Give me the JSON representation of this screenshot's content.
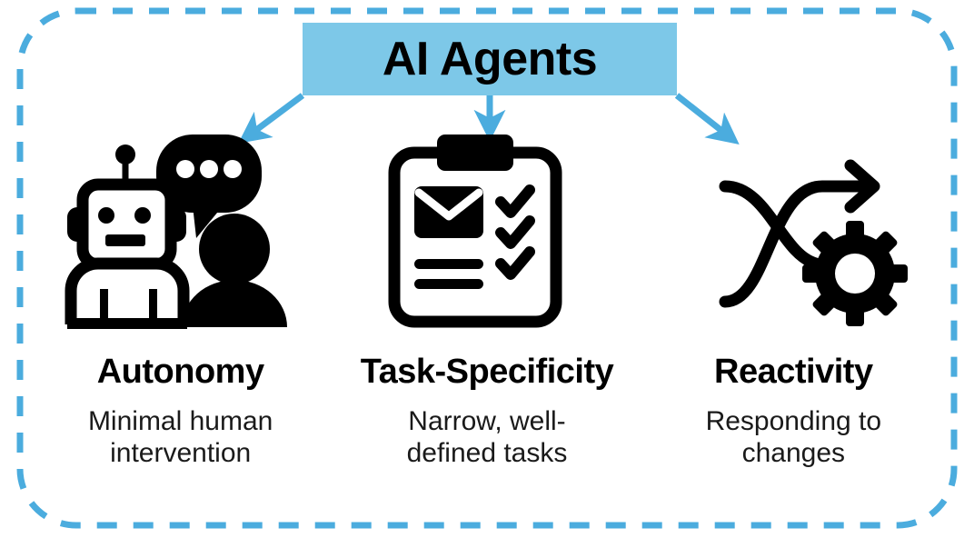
{
  "diagram": {
    "title": "AI Agents",
    "frame": {
      "style": "dashed-rounded-rectangle",
      "color": "#4BACDE"
    },
    "header": {
      "label": "AI Agents",
      "background": "#7DC8E8",
      "text_color": "#000000"
    },
    "arrow_color": "#4BACDE",
    "columns": [
      {
        "icon": "robot-human-chat-icon",
        "heading": "Autonomy",
        "description": "Minimal human intervention",
        "arrow": "arrow-down-left"
      },
      {
        "icon": "clipboard-checklist-icon",
        "heading": "Task-Specificity",
        "description": "Narrow, well-defined tasks",
        "arrow": "arrow-down"
      },
      {
        "icon": "crossing-arrows-gear-icon",
        "heading": "Reactivity",
        "description": "Responding to changes",
        "arrow": "arrow-down-right"
      }
    ]
  }
}
